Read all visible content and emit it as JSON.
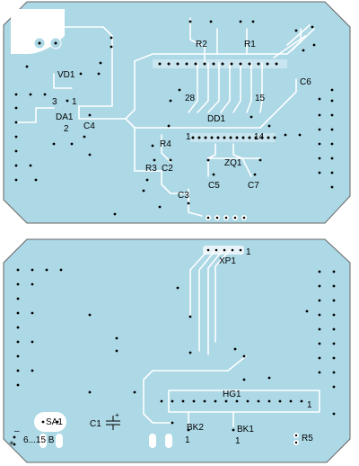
{
  "boards": {
    "top": {
      "labels": {
        "vd1": "VD1",
        "da1": "DA1",
        "da1_pin3": "3",
        "da1_pin1": "1",
        "da1_pin2": "2",
        "c4": "C4",
        "r2": "R2",
        "r1": "R1",
        "c6": "C6",
        "dd1": "DD1",
        "dd1_pin28": "28",
        "dd1_pin15": "15",
        "dd1_pin1": "1",
        "dd1_pin14": "14",
        "r4": "R4",
        "r3": "R3",
        "c2": "C2",
        "zq1": "ZQ1",
        "c5": "C5",
        "c7": "C7",
        "c3": "C3"
      }
    },
    "bottom": {
      "labels": {
        "xp1": "XP1",
        "xp1_pin1": "1",
        "hg1": "HG1",
        "hg1_pin1": "1",
        "sa1": "SA1",
        "c1": "C1",
        "c1_plus": "+",
        "supply_minus": "–",
        "supply_plus": "+",
        "supply_voltage": "6...15 В",
        "bk2": "BK2",
        "bk2_pin1": "1",
        "bk1": "BK1",
        "bk1_pin1": "1",
        "r5": "R5"
      }
    }
  },
  "colors": {
    "board": "#add8e6",
    "trace": "#ffffff",
    "outline": "#666666"
  }
}
